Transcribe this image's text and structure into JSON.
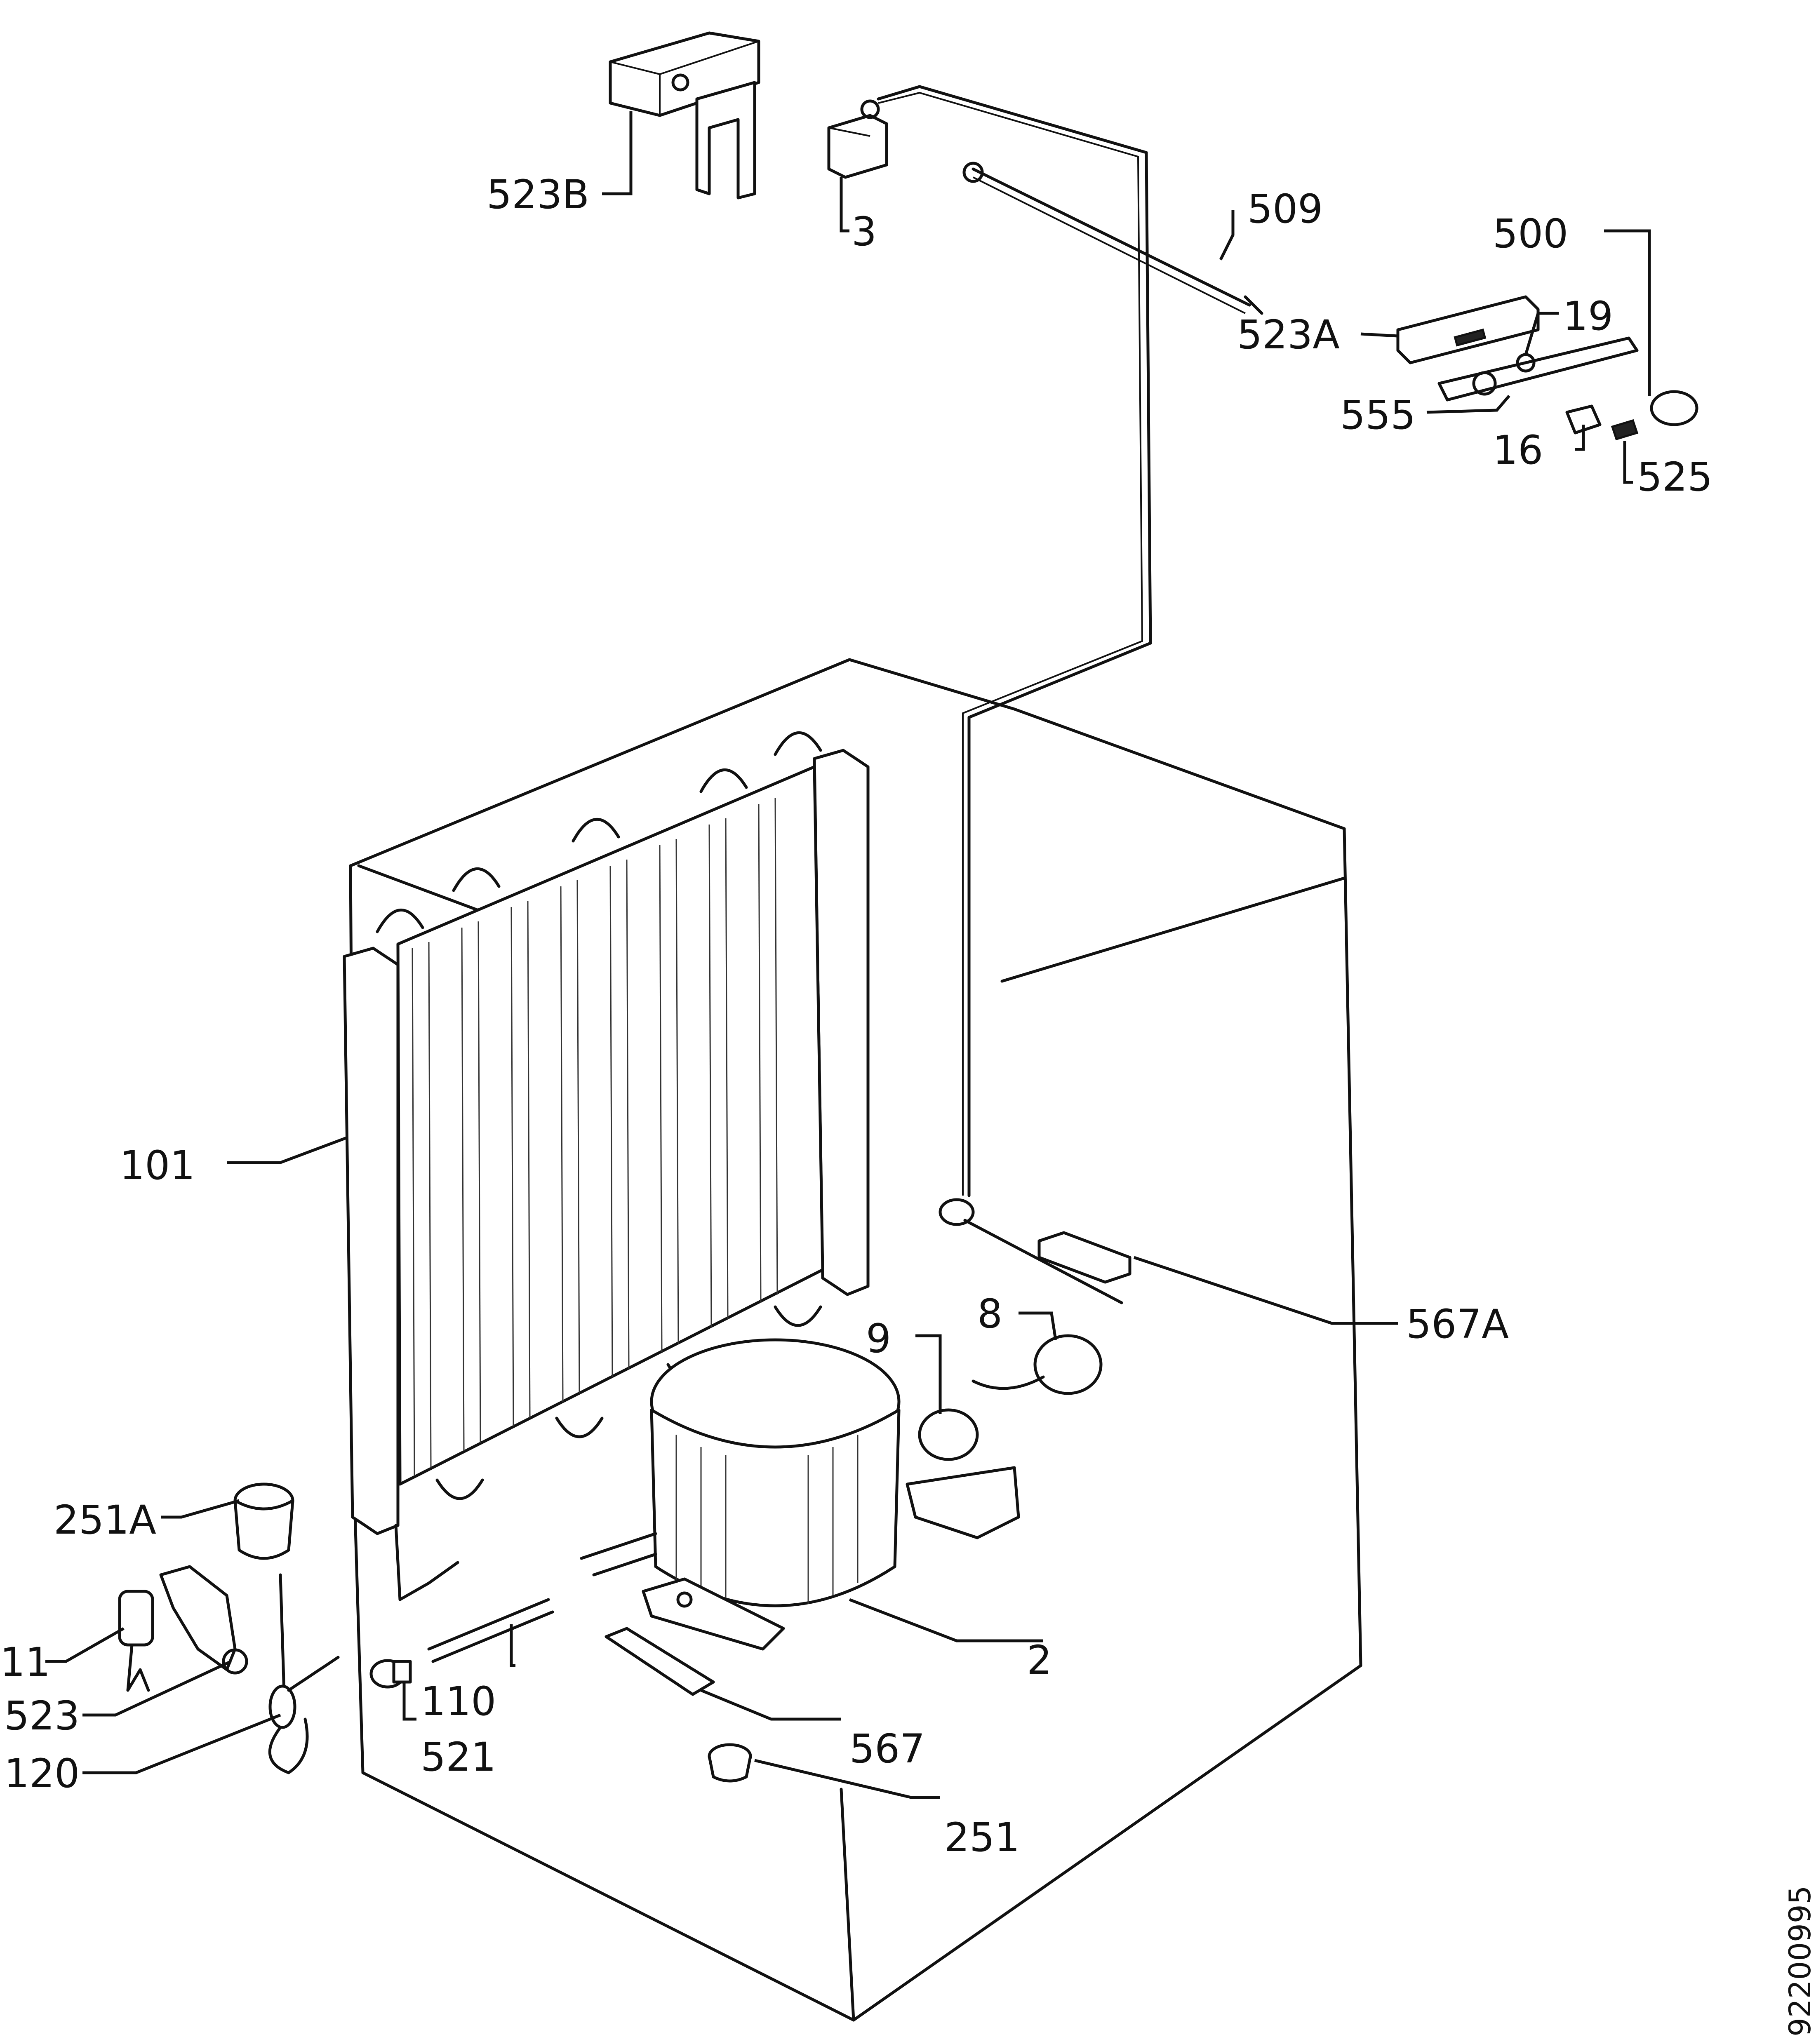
{
  "diagram": {
    "doc_number": "92200995",
    "labels": {
      "l_523B": "523B",
      "l_3": "3",
      "l_509": "509",
      "l_500": "500",
      "l_523A": "523A",
      "l_19": "19",
      "l_555": "555",
      "l_16": "16",
      "l_525": "525",
      "l_101": "101",
      "l_567A": "567A",
      "l_8": "8",
      "l_9": "9",
      "l_251A": "251A",
      "l_11": "11",
      "l_523": "523",
      "l_120": "120",
      "l_110": "110",
      "l_521": "521",
      "l_2": "2",
      "l_567": "567",
      "l_251": "251"
    }
  }
}
